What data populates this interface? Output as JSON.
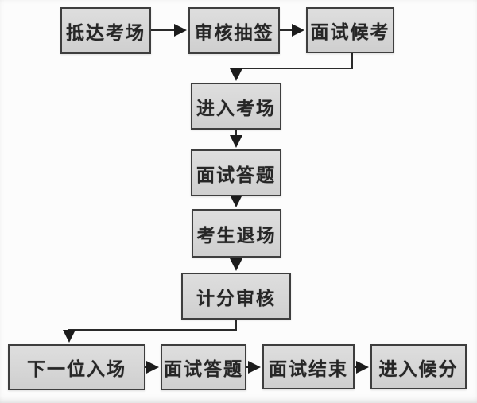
{
  "diagram": {
    "type": "flowchart",
    "description": "Interview examination process flow",
    "colors": {
      "node_fill": "#d8d8d8",
      "node_border": "#3e3e3e",
      "arrow": "#1e1e1e",
      "text": "#262626",
      "background": "#fcfcfc"
    },
    "nodes": [
      {
        "id": "arrive",
        "label": "抵达考场"
      },
      {
        "id": "review-draw",
        "label": "审核抽签"
      },
      {
        "id": "interview-waiting",
        "label": "面试候考"
      },
      {
        "id": "enter-room",
        "label": "进入考场"
      },
      {
        "id": "interview-answer",
        "label": "面试答题"
      },
      {
        "id": "candidate-exit",
        "label": "考生退场"
      },
      {
        "id": "score-review",
        "label": "计分审核"
      },
      {
        "id": "next-candidate",
        "label": "下一位入场"
      },
      {
        "id": "interview-answer-2",
        "label": "面试答题"
      },
      {
        "id": "interview-end",
        "label": "面试结束"
      },
      {
        "id": "enter-score-wait",
        "label": "进入候分"
      }
    ],
    "edges": [
      {
        "from": "arrive",
        "to": "review-draw"
      },
      {
        "from": "review-draw",
        "to": "interview-waiting"
      },
      {
        "from": "interview-waiting",
        "to": "enter-room"
      },
      {
        "from": "enter-room",
        "to": "interview-answer"
      },
      {
        "from": "interview-answer",
        "to": "candidate-exit"
      },
      {
        "from": "candidate-exit",
        "to": "score-review"
      },
      {
        "from": "score-review",
        "to": "next-candidate"
      },
      {
        "from": "next-candidate",
        "to": "interview-answer-2"
      },
      {
        "from": "interview-answer-2",
        "to": "interview-end"
      },
      {
        "from": "interview-end",
        "to": "enter-score-wait"
      }
    ]
  }
}
